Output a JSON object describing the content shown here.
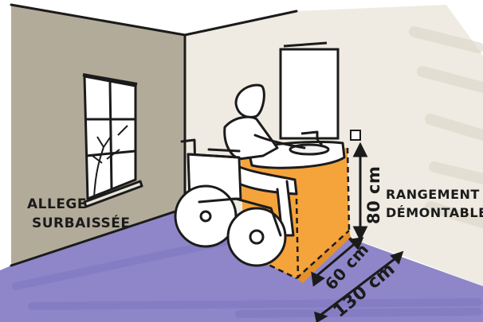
{
  "labels": {
    "allege_line1": "ALLEGE",
    "allege_line2": "SURBAISSÉE",
    "rangement_line1": "RANGEMENT",
    "rangement_line2": "DÉMONTABLE",
    "height_dim": "80 cm",
    "depth_dim": "60 cm",
    "width_dim": "130 cm"
  },
  "colors": {
    "left_wall": "#b3ab9a",
    "back_wall": "#efebe2",
    "floor": "#8e86c9",
    "vanity": "#f5a33b",
    "ink": "#1b1b1b"
  }
}
